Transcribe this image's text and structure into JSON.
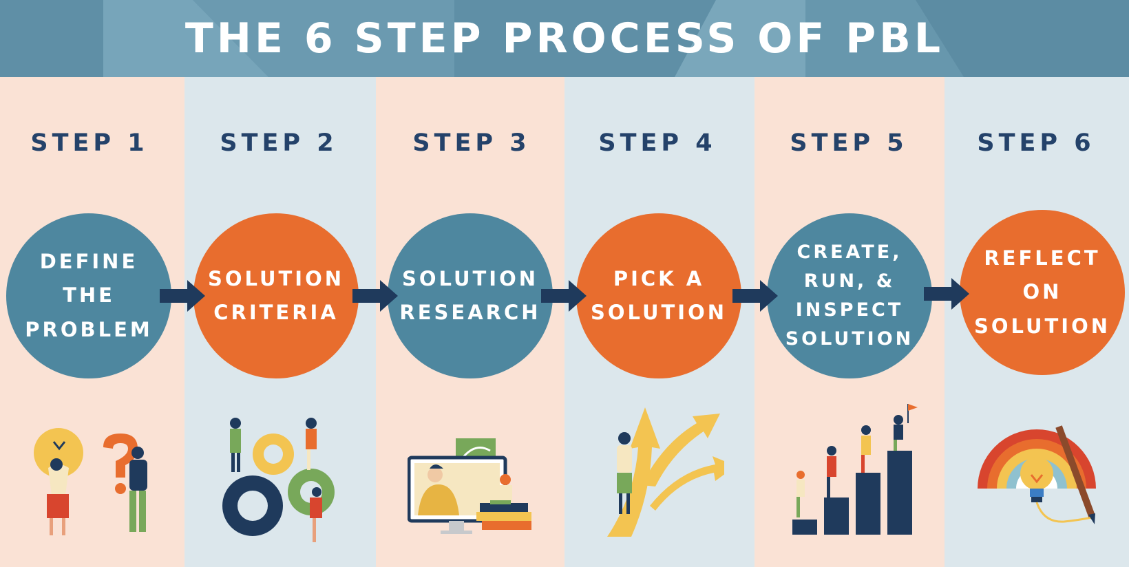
{
  "title": "THE 6 STEP PROCESS OF PBL",
  "colors": {
    "header": "#6d9cb2",
    "peach": "#fae2d5",
    "lightblue": "#dce7ec",
    "teal": "#4e879f",
    "orange": "#e86d2e",
    "navy": "#24426a",
    "arrow": "#1f3a5c",
    "yellow": "#f3c451"
  },
  "steps": [
    {
      "label": "STEP 1",
      "text": "DEFINE\nTHE\nPROBLEM",
      "icon": "idea-question-icon"
    },
    {
      "label": "STEP 2",
      "text": "SOLUTION\nCRITERIA",
      "icon": "gears-team-icon"
    },
    {
      "label": "STEP 3",
      "text": "SOLUTION\nRESEARCH",
      "icon": "computer-research-icon"
    },
    {
      "label": "STEP 4",
      "text": "PICK A\nSOLUTION",
      "icon": "crossroads-arrows-icon"
    },
    {
      "label": "STEP 5",
      "text": "CREATE,\nRUN, &\nINSPECT\nSOLUTION",
      "icon": "climbing-steps-icon"
    },
    {
      "label": "STEP 6",
      "text": "REFLECT\nON\nSOLUTION",
      "icon": "rainbow-lightbulb-icon"
    }
  ]
}
